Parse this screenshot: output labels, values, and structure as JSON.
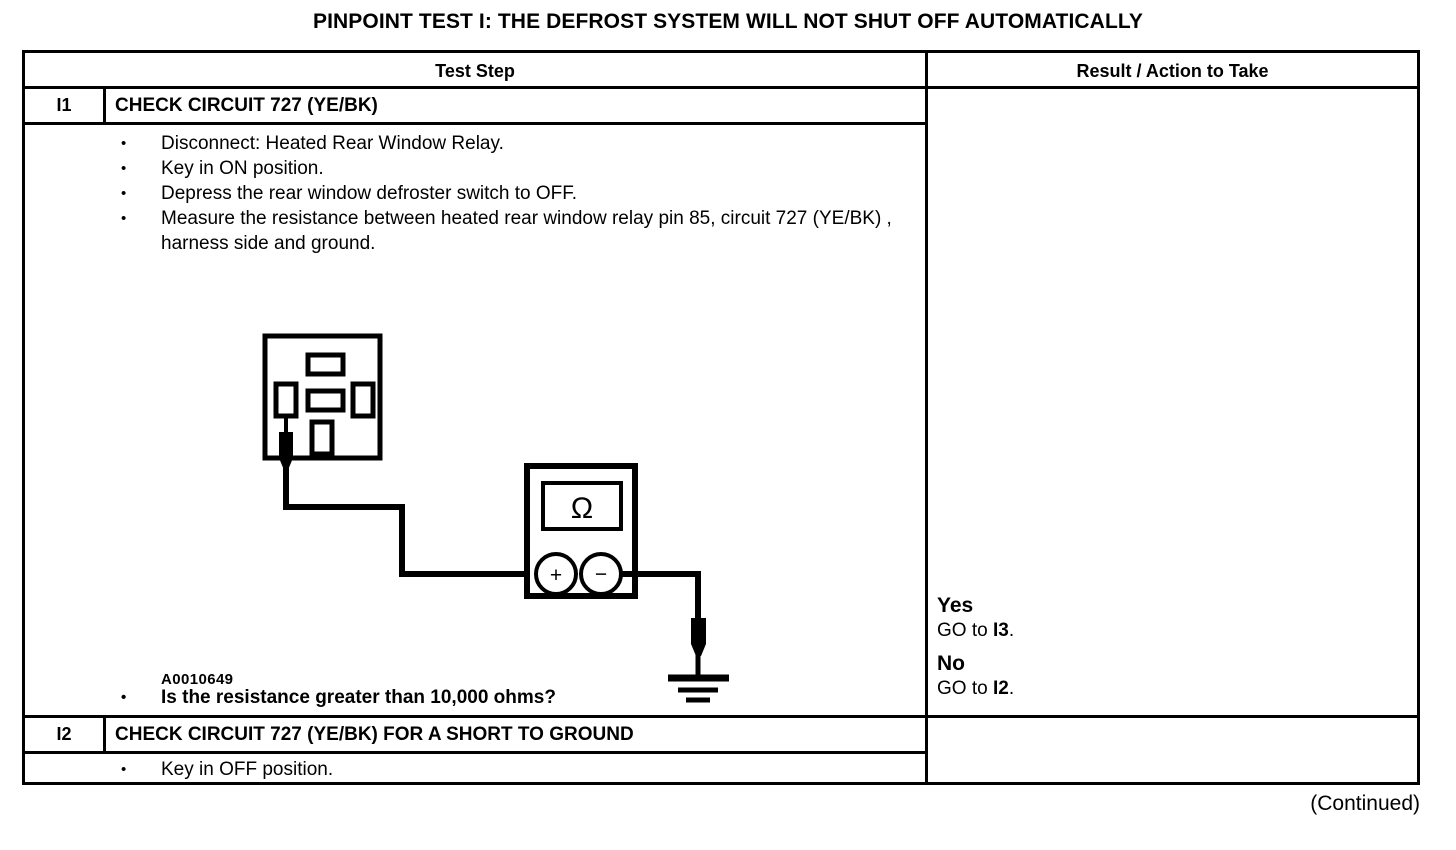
{
  "document": {
    "title": "PINPOINT TEST I: THE DEFROST SYSTEM WILL NOT SHUT OFF AUTOMATICALLY",
    "continued_label": "(Continued)"
  },
  "table": {
    "headers": {
      "test_step": "Test Step",
      "result_action": "Result / Action to Take"
    },
    "steps": [
      {
        "id": "I1",
        "title": "CHECK CIRCUIT 727 (YE/BK)",
        "bullets": [
          "Disconnect: Heated Rear Window Relay.",
          "Key in ON position.",
          "Depress the rear window defroster switch to OFF.",
          "Measure the resistance between heated rear window relay pin 85, circuit 727 (YE/BK) , harness side and ground."
        ],
        "bullet_marker": "•",
        "question": "Is the resistance greater than 10,000 ohms?",
        "figure_id": "A0010649",
        "results": [
          {
            "answer": "Yes",
            "action_prefix": "GO to ",
            "action_target": "I3",
            "action_suffix": "."
          },
          {
            "answer": "No",
            "action_prefix": "GO to ",
            "action_target": "I2",
            "action_suffix": "."
          }
        ]
      },
      {
        "id": "I2",
        "title": "CHECK CIRCUIT 727 (YE/BK) FOR A SHORT TO GROUND",
        "bullets": [
          "Key in OFF position."
        ],
        "bullet_marker": "•",
        "results": []
      }
    ]
  },
  "figure": {
    "id": "A0010649",
    "description": "Heated rear window relay connector measured to ground with an ohmmeter",
    "meter_symbol": "Ω",
    "terminal_positive": "+",
    "terminal_negative": "−",
    "components": [
      "relay-connector",
      "test-probe",
      "ohmmeter",
      "ground-symbol"
    ]
  },
  "colors": {
    "ink": "#000000",
    "paper": "#ffffff"
  }
}
